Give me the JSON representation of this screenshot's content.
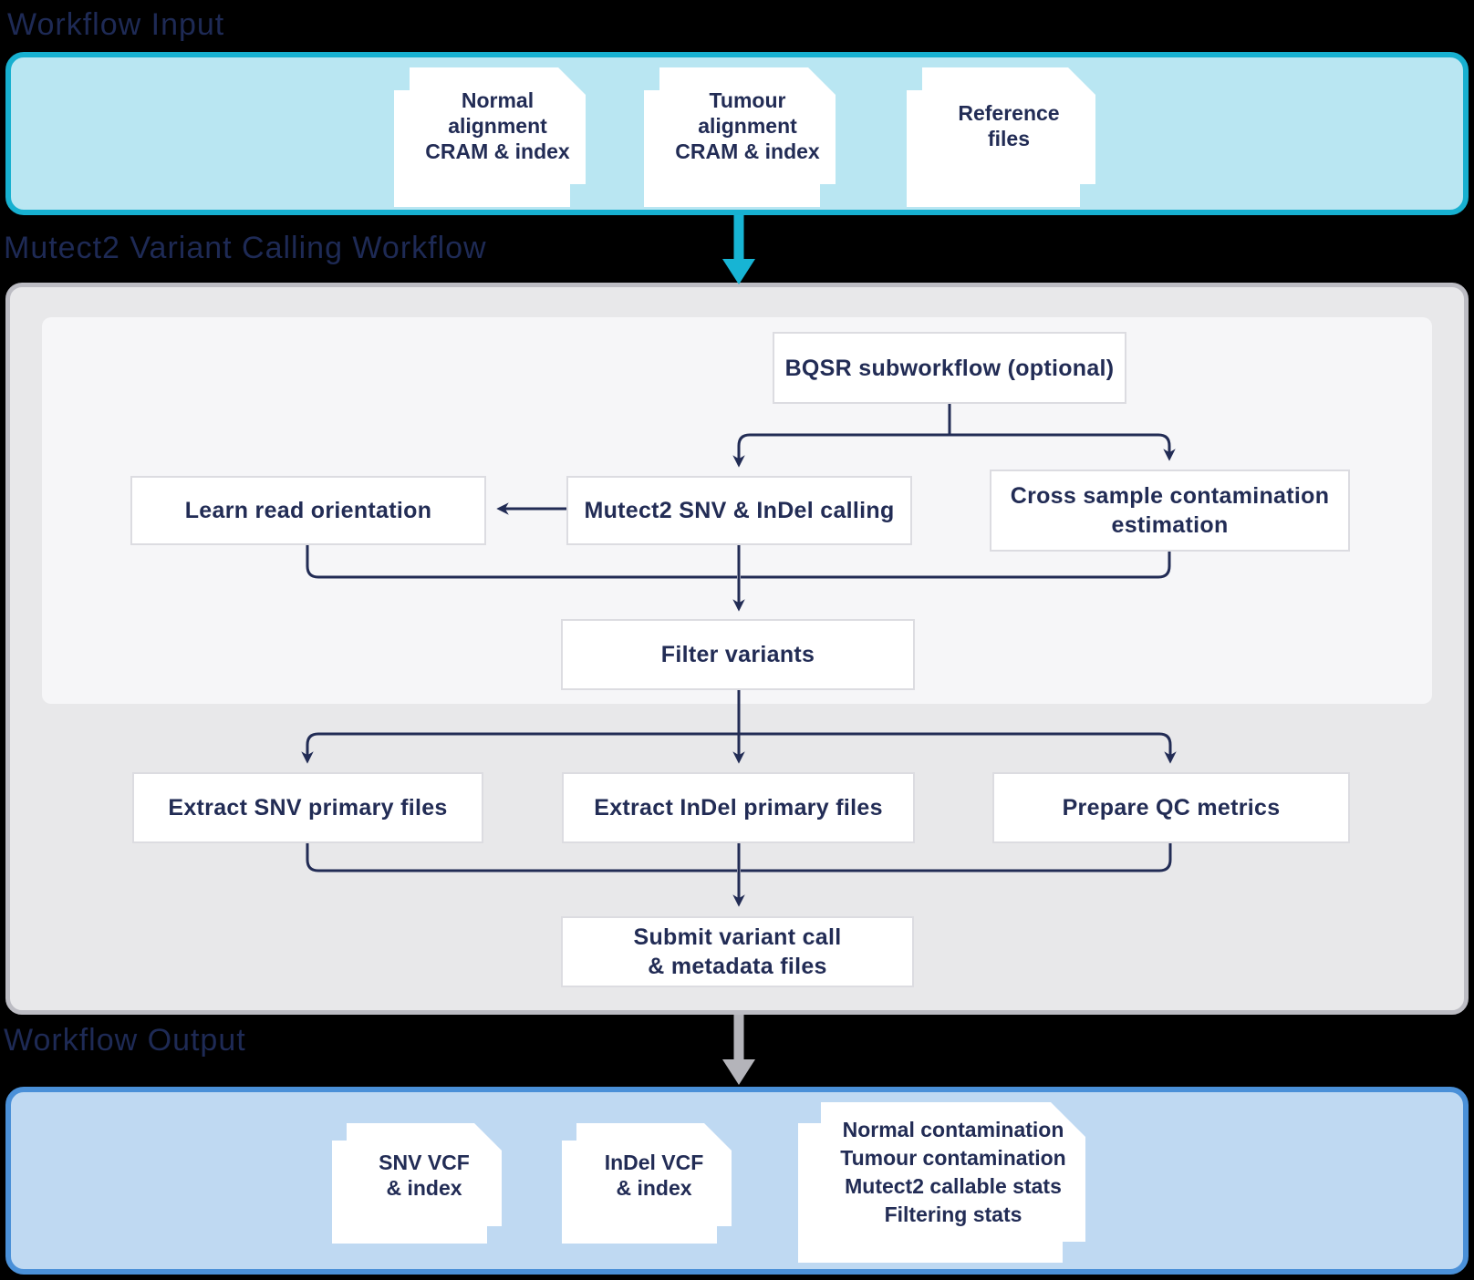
{
  "input": {
    "title": "Workflow Input",
    "docs": [
      {
        "name": "normal-alignment",
        "lines": [
          "Normal",
          "alignment",
          "CRAM & index"
        ]
      },
      {
        "name": "tumour-alignment",
        "lines": [
          "Tumour",
          "alignment",
          "CRAM & index"
        ]
      },
      {
        "name": "reference-files",
        "lines": [
          "Reference",
          "files"
        ]
      }
    ]
  },
  "workflow": {
    "title": "Mutect2 Variant Calling Workflow",
    "nodes": {
      "bqsr": {
        "label": "BQSR subworkflow (optional)"
      },
      "learn": {
        "label": "Learn read orientation"
      },
      "mutect": {
        "label": "Mutect2 SNV & InDel calling"
      },
      "cross": {
        "lines": [
          "Cross sample contamination",
          "estimation"
        ]
      },
      "filter": {
        "label": "Filter variants"
      },
      "extract_snv": {
        "label": "Extract SNV primary files"
      },
      "extract_indel": {
        "label": "Extract InDel primary files"
      },
      "qc": {
        "label": "Prepare QC metrics"
      },
      "submit": {
        "lines": [
          "Submit variant call",
          "& metadata files"
        ]
      }
    }
  },
  "output": {
    "title": "Workflow Output",
    "docs": [
      {
        "name": "snv-vcf",
        "lines": [
          "SNV VCF",
          "& index"
        ]
      },
      {
        "name": "indel-vcf",
        "lines": [
          "InDel VCF",
          "& index"
        ]
      },
      {
        "name": "qc-stats",
        "lines": [
          "Normal contamination",
          "Tumour contamination",
          "Mutect2 callable stats",
          "Filtering stats"
        ]
      }
    ]
  },
  "colors": {
    "background": "#000000",
    "title_navy": "#1e2a55",
    "text_navy": "#222c55",
    "connector_navy": "#222c55",
    "input_fill": "#b9e6f2",
    "input_border": "#17b0d0",
    "teal_arrow": "#17b4d4",
    "workflow_fill": "#e8e8ea",
    "workflow_border": "#bcbcc3",
    "inner_panel_fill": "#f6f6f8",
    "node_border": "#dcdce1",
    "output_fill": "#bfd9f2",
    "output_border": "#4a90d8",
    "gray_arrow": "#b4b4ba"
  }
}
